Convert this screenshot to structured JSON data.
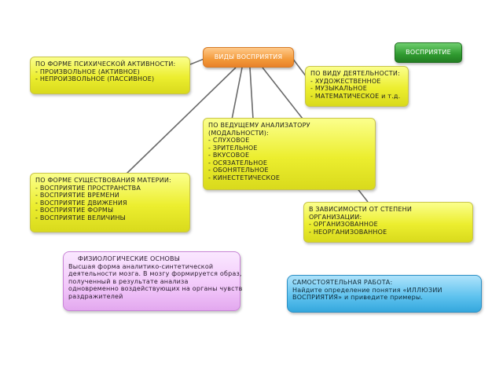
{
  "center": {
    "label": "ВИДЫ ВОСПРИЯТИЯ"
  },
  "badge": {
    "label": "ВОСПРИЯТИЕ"
  },
  "boxes": {
    "activity": {
      "lines": [
        "ПО ФОРМЕ ПСИХИЧЕСКОЙ АКТИВНОСТИ:",
        "- ПРОИЗВОЛЬНОЕ (АКТИВНОЕ)",
        "- НЕПРОИЗВОЛЬНОЕ (ПАССИВНОЕ)"
      ]
    },
    "purpose": {
      "lines": [
        "ПО ВИДУ ДЕЯТЕЛЬНОСТИ:",
        "- ХУДОЖЕСТВЕННОЕ",
        "- МУЗЫКАЛЬНОЕ",
        "- МАТЕМАТИЧЕСКОЕ и т.д."
      ]
    },
    "analyzer": {
      "lines": [
        "ПО ВЕДУЩЕМУ АНАЛИЗАТОРУ",
        "(МОДАЛЬНОСТИ):",
        "- СЛУХОВОЕ",
        "- ЗРИТЕЛЬНОЕ",
        "- ВКУСОВОЕ",
        "- ОСЯЗАТЕЛЬНОЕ",
        "- ОБОНЯТЕЛЬНОЕ",
        "- КИНЕСТЕТИЧЕСКОЕ"
      ]
    },
    "matter": {
      "lines": [
        "ПО ФОРМЕ СУЩЕСТВОВАНИЯ МАТЕРИИ:",
        "- ВОСПРИЯТИЕ ПРОСТРАНСТВА",
        "- ВОСПРИЯТИЕ ВРЕМЕНИ",
        "- ВОСПРИЯТИЕ ДВИЖЕНИЯ",
        "- ВОСПРИЯТИЕ ФОРМЫ",
        "- ВОСПРИЯТИЕ ВЕЛИЧИНЫ"
      ]
    },
    "organization": {
      "lines": [
        "В ЗАВИСИМОСТИ ОТ СТЕПЕНИ",
        "ОРГАНИЗАЦИИ:",
        "- ОРГАНИЗОВАННОЕ",
        "- НЕОРГАНИЗОВАННОЕ"
      ]
    },
    "physio": {
      "title": "ФИЗИОЛОГИЧЕСКИЕ ОСНОВЫ",
      "lines": [
        "Высшая форма аналитико-синтетической",
        "деятельности мозга. В мозгу формируется образ,",
        "полученный в результате анализа",
        "одновременно воздействующих на органы чувств",
        "раздражителей"
      ]
    },
    "task": {
      "lines": [
        "САМОСТОЯТЕЛЬНАЯ РАБОТА:",
        "Найдите определение понятия «ИЛЛЮЗИИ",
        "ВОСПРИЯТИЯ» и приведите примеры."
      ]
    }
  },
  "colors": {
    "yellow": "#ecee2f",
    "orange": "#f39a3a",
    "green": "#2f9a2f",
    "pink": "#f2c7fa",
    "blue": "#5cc1ee",
    "connector": "#555555"
  }
}
